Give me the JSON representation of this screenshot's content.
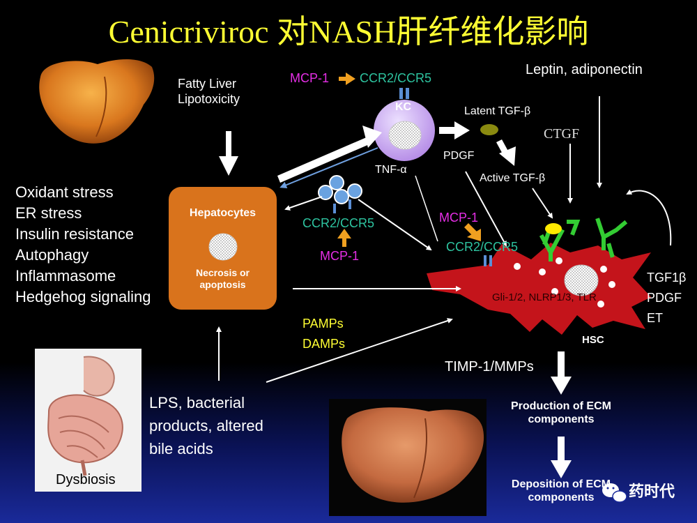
{
  "title": "Cenicriviroc 对NASH肝纤维化影响",
  "colors": {
    "title": "#ffff33",
    "mcp1": "#e62ee6",
    "ccr": "#2ec4a0",
    "hepatocyte_box": "#d9731c",
    "kupffer_cell": "#c9a6f0",
    "hsc_cell": "#c4141b",
    "receptor": "#33cc33",
    "arrow_orange": "#f0a020"
  },
  "labels": {
    "fatty_liver_line1": "Fatty Liver",
    "fatty_liver_line2": "Lipotoxicity",
    "mcp1_top": "MCP-1",
    "ccr_top": "CCR2/CCR5",
    "kc": "KC",
    "latent_tgf": "Latent TGF-β",
    "leptin": "Leptin, adiponectin",
    "ctgf": "CTGF",
    "tnf": "TNF-α",
    "pdgf_mid": "PDGF",
    "active_tgf": "Active TGF-β",
    "ccr_left": "CCR2/CCR5",
    "mcp1_left": "MCP-1",
    "mcp1_right": "MCP-1",
    "ccr_right": "CCR2/CCR5",
    "hepatocytes": "Hepatocytes",
    "necrosis_line1": "Necrosis or",
    "necrosis_line2": "apoptosis",
    "hsc_inner": "Gli-1/2, NLRP1/3, TLR",
    "hsc": "HSC",
    "tgf1b": "TGF1β",
    "pdgf_right": "PDGF",
    "et": "ET",
    "pamps": "PAMPs",
    "damps": "DAMPs",
    "timp": "TIMP-1/MMPs",
    "production_line1": "Production of ECM",
    "production_line2": "components",
    "deposition_line1": "Deposition of ECM",
    "deposition_line2": "components",
    "lps_line1": "LPS, bacterial",
    "lps_line2": "products, altered",
    "lps_line3": "bile acids",
    "dysbiosis": "Dysbiosis",
    "watermark": "药时代"
  },
  "stress_list": [
    "Oxidant stress",
    "ER stress",
    "Insulin resistance",
    "Autophagy",
    "Inflammasome",
    "Hedgehog signaling"
  ]
}
